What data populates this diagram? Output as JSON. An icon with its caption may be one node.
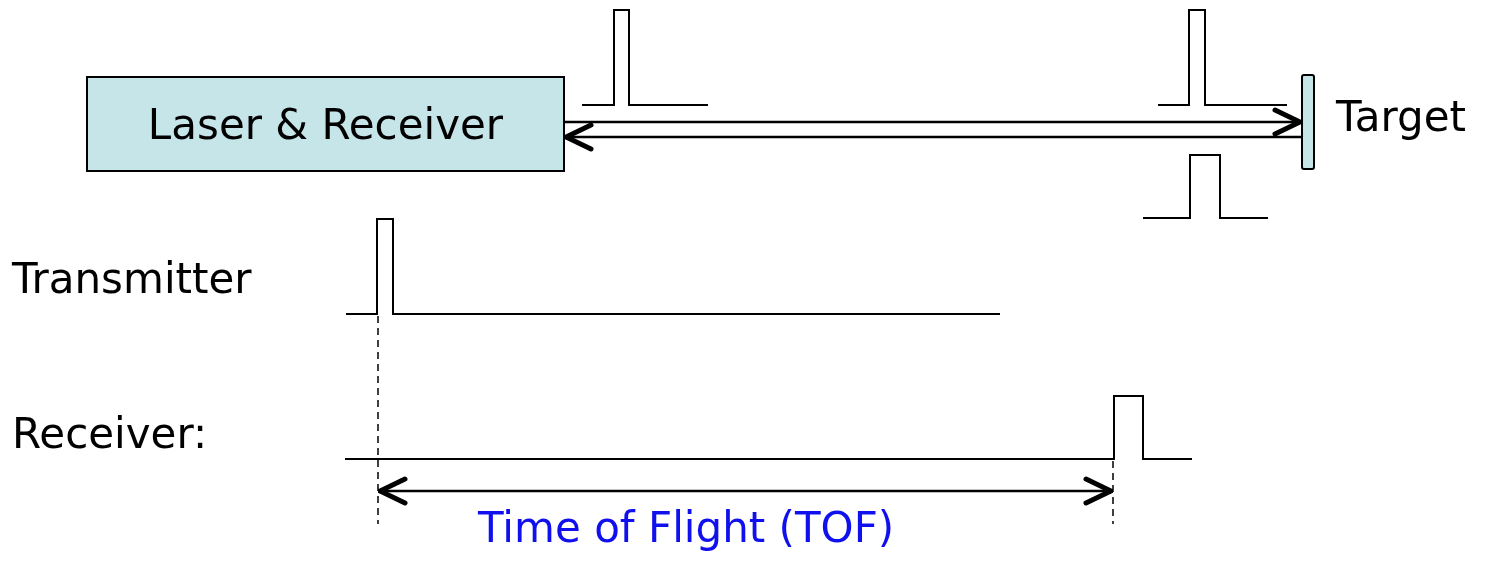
{
  "diagram": {
    "nodes": [
      {
        "text": [
          "Laser & Receiver"
        ]
      },
      {
        "text": [],
        "shape": "bar",
        "beside": [
          "Target"
        ]
      }
    ],
    "edges": [
      {
        "from": 0,
        "to": 1,
        "arrow": "to"
      },
      {
        "from": 1,
        "to": 0,
        "arrow": "to"
      }
    ],
    "labels": [
      "Transmitter",
      "Receiver:",
      "Time of Flight (TOF)"
    ]
  }
}
